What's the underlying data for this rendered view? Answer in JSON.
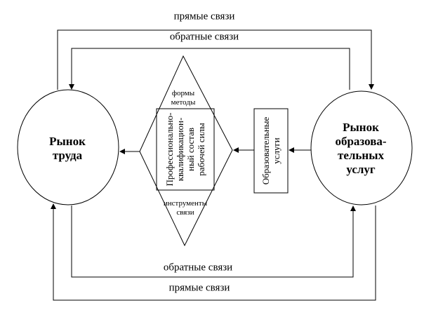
{
  "diagram": {
    "top_direct": "прямые связи",
    "top_feedback": "обратные связи",
    "bottom_feedback": "обратные связи",
    "bottom_direct": "прямые связи",
    "labor_market": [
      "Рынок",
      "труда"
    ],
    "edu_market": [
      "Рынок",
      "образова-",
      "тельных",
      "услуг"
    ],
    "diamond_top": [
      "формы",
      "методы"
    ],
    "diamond_bottom": [
      "инструменты",
      "связи"
    ],
    "workforce_box": [
      "Профессионально-",
      "квалификацион-",
      "ный состав",
      "рабочей силы"
    ],
    "edu_services_box": [
      "Образовательные",
      "услуги"
    ]
  }
}
